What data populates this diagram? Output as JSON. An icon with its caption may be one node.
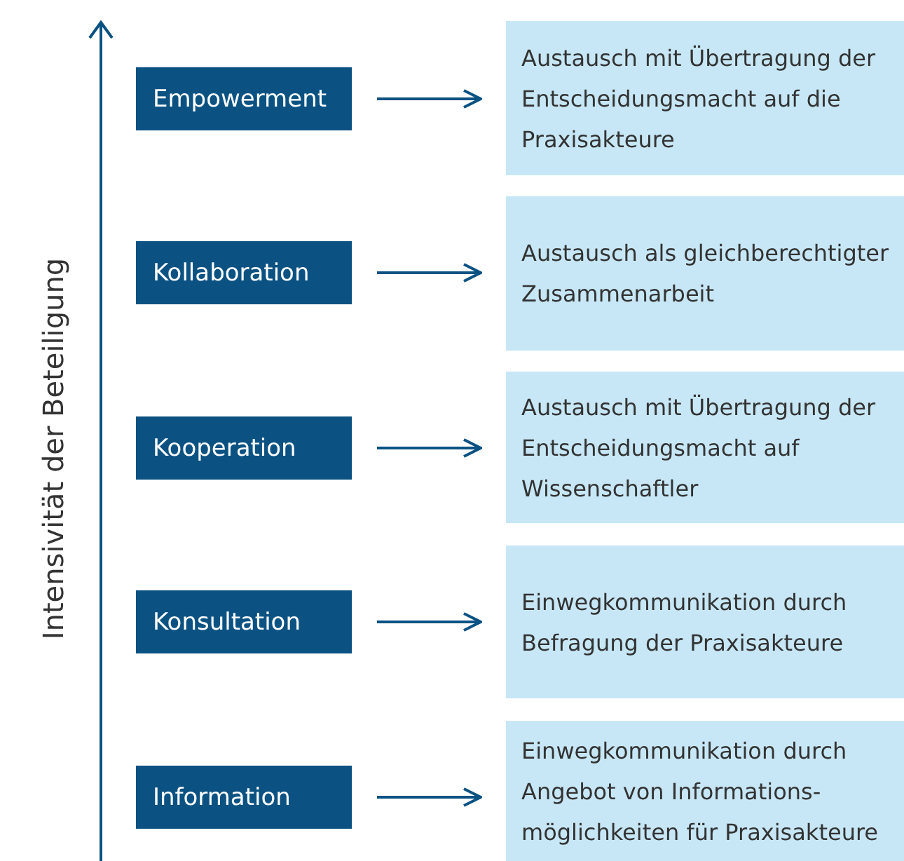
{
  "diagram": {
    "nodes": [
      {
        "text": [
          "Empowerment"
        ]
      },
      {
        "text": [
          "Austausch mit Übertragung der Entscheidungsmacht auf die Praxisakteure"
        ]
      },
      {
        "text": [
          "Kollaboration"
        ]
      },
      {
        "text": [
          "Austausch als gleichberechtigter Zusammenarbeit"
        ]
      },
      {
        "text": [
          "Kooperation"
        ]
      },
      {
        "text": [
          "Austausch mit Übertragung der Entscheidungsmacht auf Wissenschaftler"
        ]
      },
      {
        "text": [
          "Konsultation"
        ]
      },
      {
        "text": [
          "Einwegkommunikation durch Befragung der Praxisakteure"
        ]
      },
      {
        "text": [
          "Information"
        ]
      },
      {
        "text": [
          "Einwegkommunikation durch Angebot von Informations-möglichkeiten für Praxisakteure"
        ]
      }
    ],
    "edges": [
      {
        "from": 0,
        "to": 1,
        "arrow": "to"
      },
      {
        "from": 2,
        "to": 3,
        "arrow": "to"
      },
      {
        "from": 4,
        "to": 5,
        "arrow": "to"
      },
      {
        "from": 6,
        "to": 7,
        "arrow": "to"
      },
      {
        "from": 8,
        "to": 9,
        "arrow": "to"
      }
    ],
    "labels": [
      "Intensivität der Beteiligung"
    ]
  }
}
